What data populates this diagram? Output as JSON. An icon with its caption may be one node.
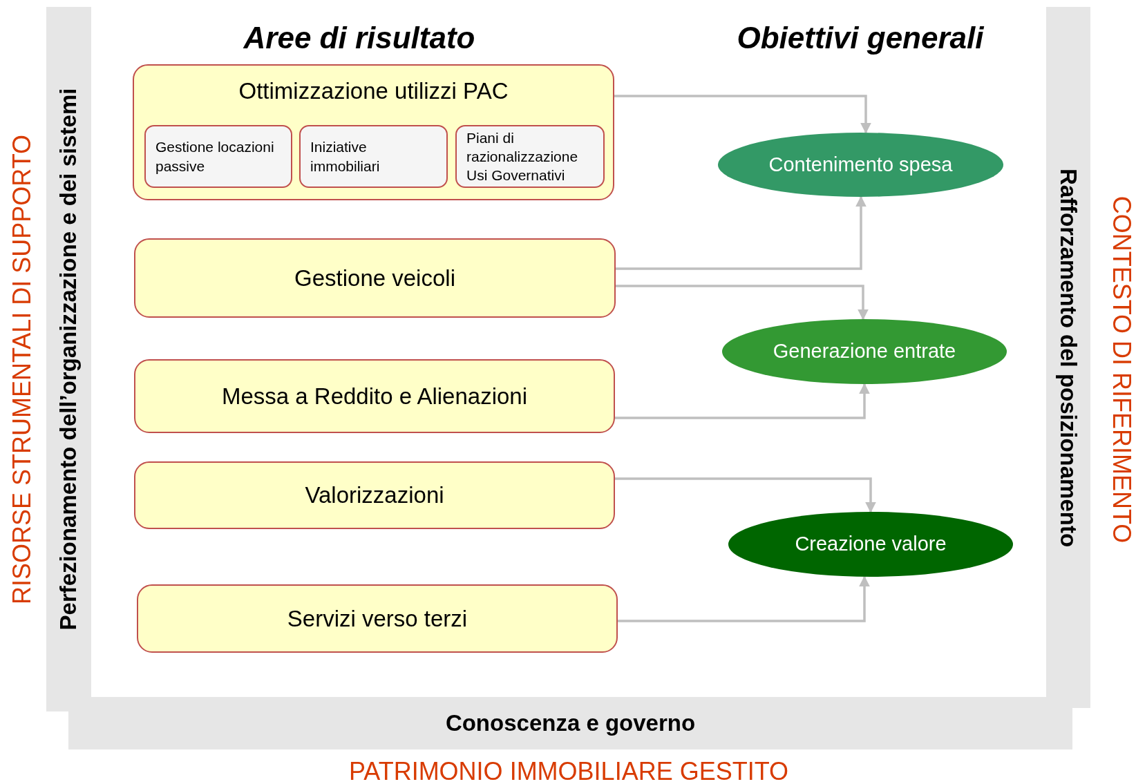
{
  "diagram": {
    "nodes": [
      {
        "text": [
          "Ottimizzazione utilizzi PAC"
        ]
      },
      {
        "text": [
          "Gestione locazioni passive"
        ],
        "in": 0
      },
      {
        "text": [
          "Iniziative immobiliari"
        ],
        "in": 0
      },
      {
        "text": [
          "Piani di razionalizzazione Usi Governativi"
        ],
        "in": 0
      },
      {
        "text": [
          "Gestione veicoli"
        ]
      },
      {
        "text": [
          "Messa a Reddito e Alienazioni"
        ]
      },
      {
        "text": [
          "Valorizzazioni"
        ]
      },
      {
        "text": [
          "Servizi verso terzi"
        ]
      },
      {
        "text": [
          "Contenimento spesa"
        ]
      },
      {
        "text": [
          "Generazione entrate"
        ]
      },
      {
        "text": [
          "Creazione valore"
        ]
      },
      {
        "text": [
          "Perfezionamento dell’organizzazione e dei sistemi"
        ]
      },
      {
        "text": [
          "Rafforzamento del posizionamento"
        ]
      },
      {
        "text": [
          "Conoscenza e governo"
        ]
      }
    ],
    "edges": [
      {
        "from": 0,
        "to": 8,
        "arrow": "to"
      },
      {
        "from": 4,
        "to": 8,
        "arrow": "to"
      },
      {
        "from": 4,
        "to": 9,
        "arrow": "to"
      },
      {
        "from": 5,
        "to": 9,
        "arrow": "to"
      },
      {
        "from": 6,
        "to": 10,
        "arrow": "to"
      },
      {
        "from": 7,
        "to": 10,
        "arrow": "to"
      }
    ],
    "labels": [
      "Aree di risultato",
      "Obiettivi generali",
      "RISORSE STRUMENTALI  DI SUPPORTO",
      "CONTESTO DI RIFERIMENTO",
      "PATRIMONIO IMMOBILIARE GESTITO"
    ]
  }
}
